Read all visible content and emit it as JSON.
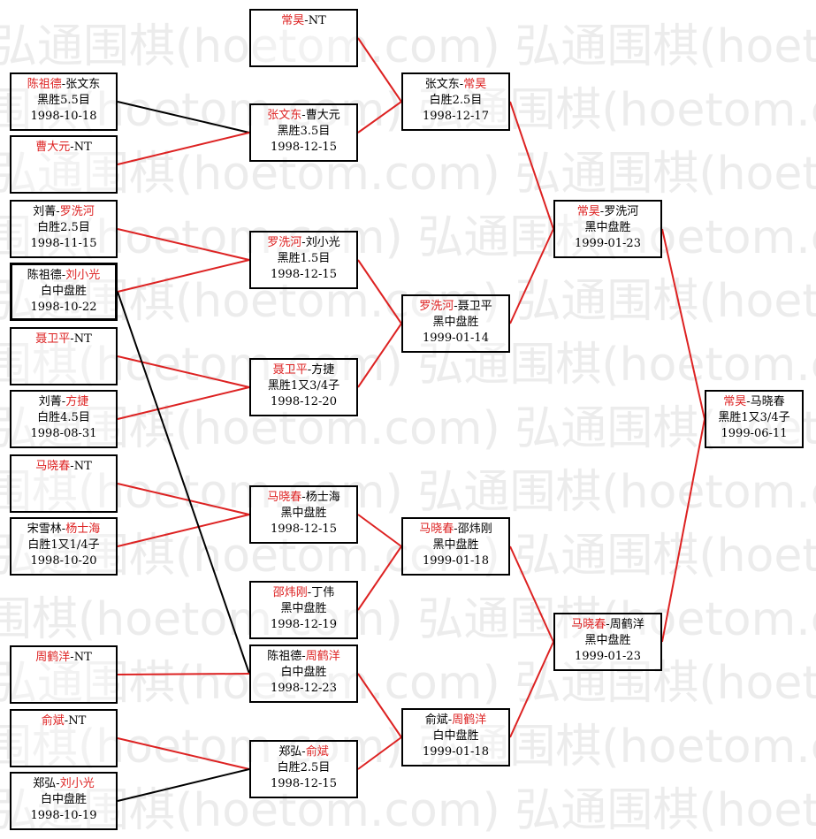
{
  "watermark_text": "弘通围棋(hoetom.com)",
  "colors": {
    "winner": "#dd2222",
    "line_red": "#dd2222",
    "line_black": "#000000"
  },
  "rounds": {
    "r1": [
      {
        "id": "r1a",
        "p1": "陈祖德",
        "p2": "张文东",
        "winner": 1,
        "result": "黑胜5.5目",
        "date": "1998-10-18"
      },
      {
        "id": "r1b",
        "p1": "曹大元",
        "p2": "NT",
        "winner": 1,
        "result": "",
        "date": ""
      },
      {
        "id": "r1c",
        "p1": "刘菁",
        "p2": "罗洗河",
        "winner": 2,
        "result": "白胜2.5目",
        "date": "1998-11-15"
      },
      {
        "id": "r1d",
        "p1": "陈祖德",
        "p2": "刘小光",
        "winner": 2,
        "result": "白中盘胜",
        "date": "1998-10-22"
      },
      {
        "id": "r1e",
        "p1": "聂卫平",
        "p2": "NT",
        "winner": 1,
        "result": "",
        "date": ""
      },
      {
        "id": "r1f",
        "p1": "刘菁",
        "p2": "方捷",
        "winner": 2,
        "result": "白胜4.5目",
        "date": "1998-08-31"
      },
      {
        "id": "r1g",
        "p1": "马晓春",
        "p2": "NT",
        "winner": 1,
        "result": "",
        "date": ""
      },
      {
        "id": "r1h",
        "p1": "宋雪林",
        "p2": "杨士海",
        "winner": 2,
        "result": "白胜1又1/4子",
        "date": "1998-10-20"
      },
      {
        "id": "r1i",
        "p1": "周鹤洋",
        "p2": "NT",
        "winner": 1,
        "result": "",
        "date": ""
      },
      {
        "id": "r1j",
        "p1": "俞斌",
        "p2": "NT",
        "winner": 1,
        "result": "",
        "date": ""
      },
      {
        "id": "r1k",
        "p1": "郑弘",
        "p2": "刘小光",
        "winner": 2,
        "result": "白中盘胜",
        "date": "1998-10-19"
      }
    ],
    "r2": [
      {
        "id": "r2a",
        "p1": "常昊",
        "p2": "NT",
        "winner": 1,
        "result": "",
        "date": ""
      },
      {
        "id": "r2b",
        "p1": "张文东",
        "p2": "曹大元",
        "winner": 1,
        "result": "黑胜3.5目",
        "date": "1998-12-15"
      },
      {
        "id": "r2c",
        "p1": "罗洗河",
        "p2": "刘小光",
        "winner": 1,
        "result": "黑胜1.5目",
        "date": "1998-12-15"
      },
      {
        "id": "r2d",
        "p1": "聂卫平",
        "p2": "方捷",
        "winner": 1,
        "result": "黑胜1又3/4子",
        "date": "1998-12-20"
      },
      {
        "id": "r2e",
        "p1": "马晓春",
        "p2": "杨士海",
        "winner": 1,
        "result": "黑中盘胜",
        "date": "1998-12-15"
      },
      {
        "id": "r2f",
        "p1": "邵炜刚",
        "p2": "丁伟",
        "winner": 1,
        "result": "黑中盘胜",
        "date": "1998-12-19"
      },
      {
        "id": "r2g",
        "p1": "陈祖德",
        "p2": "周鹤洋",
        "winner": 2,
        "result": "白中盘胜",
        "date": "1998-12-23"
      },
      {
        "id": "r2h",
        "p1": "郑弘",
        "p2": "俞斌",
        "winner": 2,
        "result": "白胜2.5目",
        "date": "1998-12-15"
      }
    ],
    "r3": [
      {
        "id": "r3a",
        "p1": "张文东",
        "p2": "常昊",
        "winner": 2,
        "result": "白胜2.5目",
        "date": "1998-12-17"
      },
      {
        "id": "r3b",
        "p1": "罗洗河",
        "p2": "聂卫平",
        "winner": 1,
        "result": "黑中盘胜",
        "date": "1999-01-14"
      },
      {
        "id": "r3c",
        "p1": "马晓春",
        "p2": "邵炜刚",
        "winner": 1,
        "result": "黑中盘胜",
        "date": "1999-01-18"
      },
      {
        "id": "r3d",
        "p1": "俞斌",
        "p2": "周鹤洋",
        "winner": 2,
        "result": "白中盘胜",
        "date": "1999-01-18"
      }
    ],
    "r4": [
      {
        "id": "r4a",
        "p1": "常昊",
        "p2": "罗洗河",
        "winner": 1,
        "result": "黑中盘胜",
        "date": "1999-01-23"
      },
      {
        "id": "r4b",
        "p1": "马晓春",
        "p2": "周鹤洋",
        "winner": 1,
        "result": "黑中盘胜",
        "date": "1999-01-23"
      }
    ],
    "final": [
      {
        "id": "f1",
        "p1": "常昊",
        "p2": "马晓春",
        "winner": 1,
        "result": "黑胜1又3/4子",
        "date": "1999-06-11"
      }
    ]
  }
}
